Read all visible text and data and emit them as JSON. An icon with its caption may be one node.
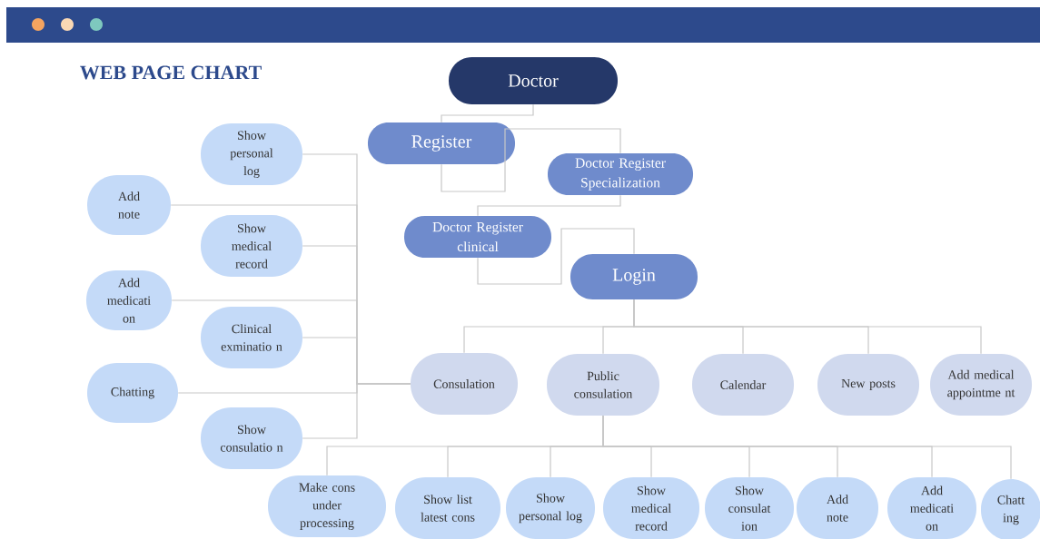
{
  "diagram": {
    "title": "WEB PAGE CHART",
    "nodes": [
      {
        "text": [
          "Doctor"
        ]
      },
      {
        "text": [
          "Register"
        ]
      },
      {
        "text": [
          "Doctor Register Specialization"
        ]
      },
      {
        "text": [
          "Doctor Register clinical"
        ]
      },
      {
        "text": [
          "Login"
        ]
      },
      {
        "text": [
          "Consulation"
        ]
      },
      {
        "text": [
          "Public consulation"
        ]
      },
      {
        "text": [
          "Calendar"
        ]
      },
      {
        "text": [
          "New posts"
        ]
      },
      {
        "text": [
          "Add medical appointme nt"
        ]
      },
      {
        "text": [
          "Show personal log"
        ]
      },
      {
        "text": [
          "Add note"
        ]
      },
      {
        "text": [
          "Show medical record"
        ]
      },
      {
        "text": [
          "Add medicati on"
        ]
      },
      {
        "text": [
          "Clinical exminatio n"
        ]
      },
      {
        "text": [
          "Chatting"
        ]
      },
      {
        "text": [
          "Show consulatio n"
        ]
      },
      {
        "text": [
          "Make cons under processing"
        ]
      },
      {
        "text": [
          "Show list latest cons"
        ]
      },
      {
        "text": [
          "Show personal log"
        ]
      },
      {
        "text": [
          "Show medical record"
        ]
      },
      {
        "text": [
          "Show consulat ion"
        ]
      },
      {
        "text": [
          "Add note"
        ]
      },
      {
        "text": [
          "Add medicati on"
        ]
      },
      {
        "text": [
          "Chatt ing"
        ]
      }
    ],
    "edges": [
      {
        "from": 0,
        "to": 1,
        "arrow": "none"
      },
      {
        "from": 1,
        "to": 2,
        "arrow": "none"
      },
      {
        "from": 2,
        "to": 3,
        "arrow": "none"
      },
      {
        "from": 3,
        "to": 4,
        "arrow": "none"
      },
      {
        "from": 4,
        "to": 5,
        "arrow": "none"
      },
      {
        "from": 4,
        "to": 6,
        "arrow": "none"
      },
      {
        "from": 4,
        "to": 7,
        "arrow": "none"
      },
      {
        "from": 4,
        "to": 8,
        "arrow": "none"
      },
      {
        "from": 4,
        "to": 9,
        "arrow": "none"
      },
      {
        "from": 5,
        "to": 10,
        "arrow": "none"
      },
      {
        "from": 5,
        "to": 11,
        "arrow": "none"
      },
      {
        "from": 5,
        "to": 12,
        "arrow": "none"
      },
      {
        "from": 5,
        "to": 13,
        "arrow": "none"
      },
      {
        "from": 5,
        "to": 14,
        "arrow": "none"
      },
      {
        "from": 5,
        "to": 15,
        "arrow": "none"
      },
      {
        "from": 5,
        "to": 16,
        "arrow": "none"
      },
      {
        "from": 6,
        "to": 17,
        "arrow": "none"
      },
      {
        "from": 6,
        "to": 18,
        "arrow": "none"
      },
      {
        "from": 6,
        "to": 19,
        "arrow": "none"
      },
      {
        "from": 6,
        "to": 20,
        "arrow": "none"
      },
      {
        "from": 6,
        "to": 21,
        "arrow": "none"
      },
      {
        "from": 6,
        "to": 22,
        "arrow": "none"
      },
      {
        "from": 6,
        "to": 23,
        "arrow": "none"
      },
      {
        "from": 6,
        "to": 24,
        "arrow": "none"
      }
    ]
  }
}
